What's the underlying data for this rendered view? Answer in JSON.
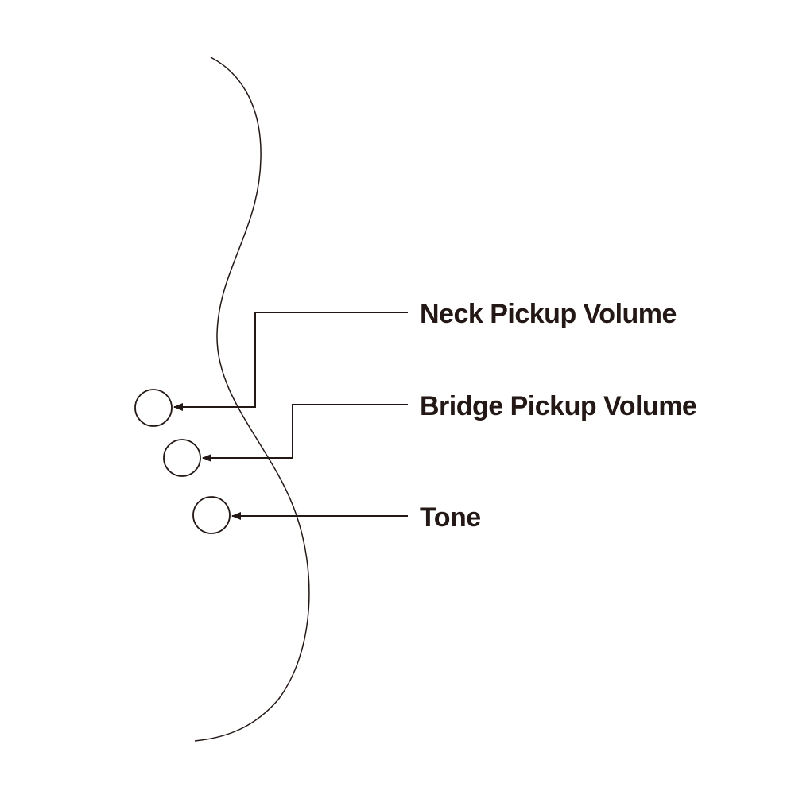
{
  "colors": {
    "background": "#ffffff",
    "ink": "#231815"
  },
  "controls": [
    {
      "id": "neck-volume",
      "label": "Neck Pickup Volume"
    },
    {
      "id": "bridge-volume",
      "label": "Bridge Pickup Volume"
    },
    {
      "id": "tone",
      "label": "Tone"
    }
  ]
}
